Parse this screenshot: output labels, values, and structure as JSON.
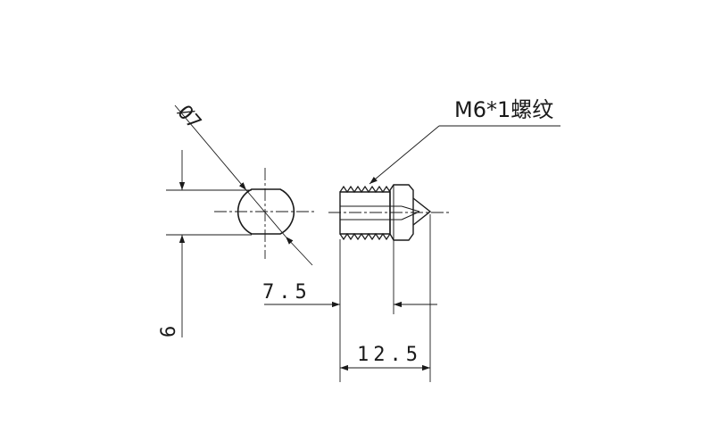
{
  "drawing": {
    "thread_note": "M6*1螺纹",
    "diameter_label": "Ø7",
    "flat_width_label": "6",
    "thread_length_label": "7.5",
    "total_length_label": "12.5"
  },
  "colors": {
    "line": "#1a1a1a",
    "background": "#ffffff"
  }
}
